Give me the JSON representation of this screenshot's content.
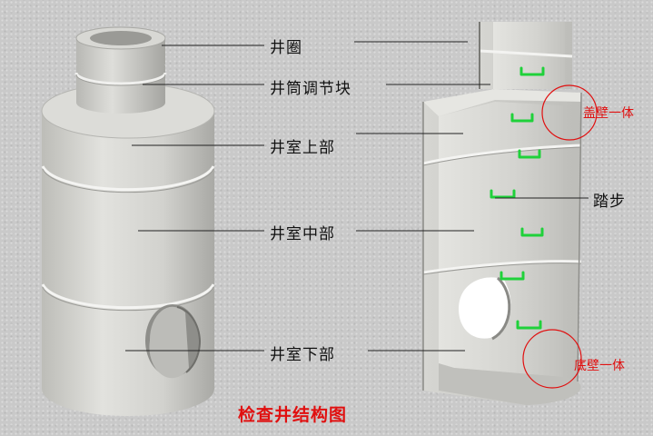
{
  "labels": {
    "well_ring": "井圈",
    "adjust_block": "井筒调节块",
    "upper_chamber": "井室上部",
    "middle_chamber": "井室中部",
    "lower_chamber": "井室下部",
    "steps": "踏步",
    "cover_wall": "盖壁一体",
    "bottom_wall": "底壁一体"
  },
  "title": "检查井结构图",
  "colors": {
    "concrete": "#cfcfcb",
    "step_green": "#1fd13a",
    "accent_red": "#e01010"
  }
}
